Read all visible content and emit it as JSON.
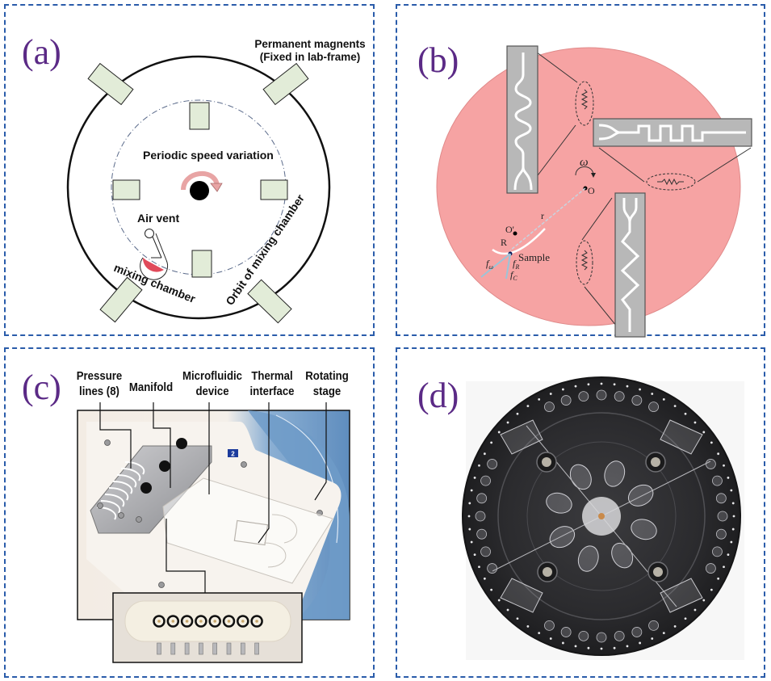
{
  "figure": {
    "panels": [
      {
        "id": "a",
        "label": "(a)",
        "title_line1": "Permanent magnents",
        "title_line2": "(Fixed in lab-frame)",
        "center_text": "Periodic speed variation",
        "air_vent": "Air vent",
        "mixing_chamber": "mixing chamber",
        "orbit": "Orbit of mixing chamber"
      },
      {
        "id": "b",
        "label": "(b)",
        "omega": "ω",
        "origin": "O",
        "origin_prime": "O'",
        "radius_r": "r",
        "radius_R": "R",
        "sample": "Sample",
        "f_omega": "f",
        "f_omega_sub": "ω",
        "f_R": "f",
        "f_R_sub": "R",
        "f_C": "f",
        "f_C_sub": "C"
      },
      {
        "id": "c",
        "label": "(c)",
        "callouts": [
          {
            "line1": "Pressure",
            "line2": "lines (8)"
          },
          {
            "line1": "Manifold",
            "line2": ""
          },
          {
            "line1": "Microfluidic",
            "line2": "device"
          },
          {
            "line1": "Thermal",
            "line2": "interface"
          },
          {
            "line1": "Rotating",
            "line2": "stage"
          }
        ],
        "stage_badge": "2",
        "manifold_ports": 8
      },
      {
        "id": "d",
        "label": "(d)"
      }
    ]
  },
  "colors": {
    "panel_border": "#2a5caa",
    "panel_label": "#5b2a86",
    "magnet_fill": "#e2ecd8",
    "chamber_red": "#e04a5a",
    "rotation_arrow": "#e8a4a4",
    "disc_pink": "#f6a3a3",
    "channel_gray": "#b8b8b8",
    "stage_blue": "#6f9bc8",
    "disc_dark": "#2e2e30"
  }
}
